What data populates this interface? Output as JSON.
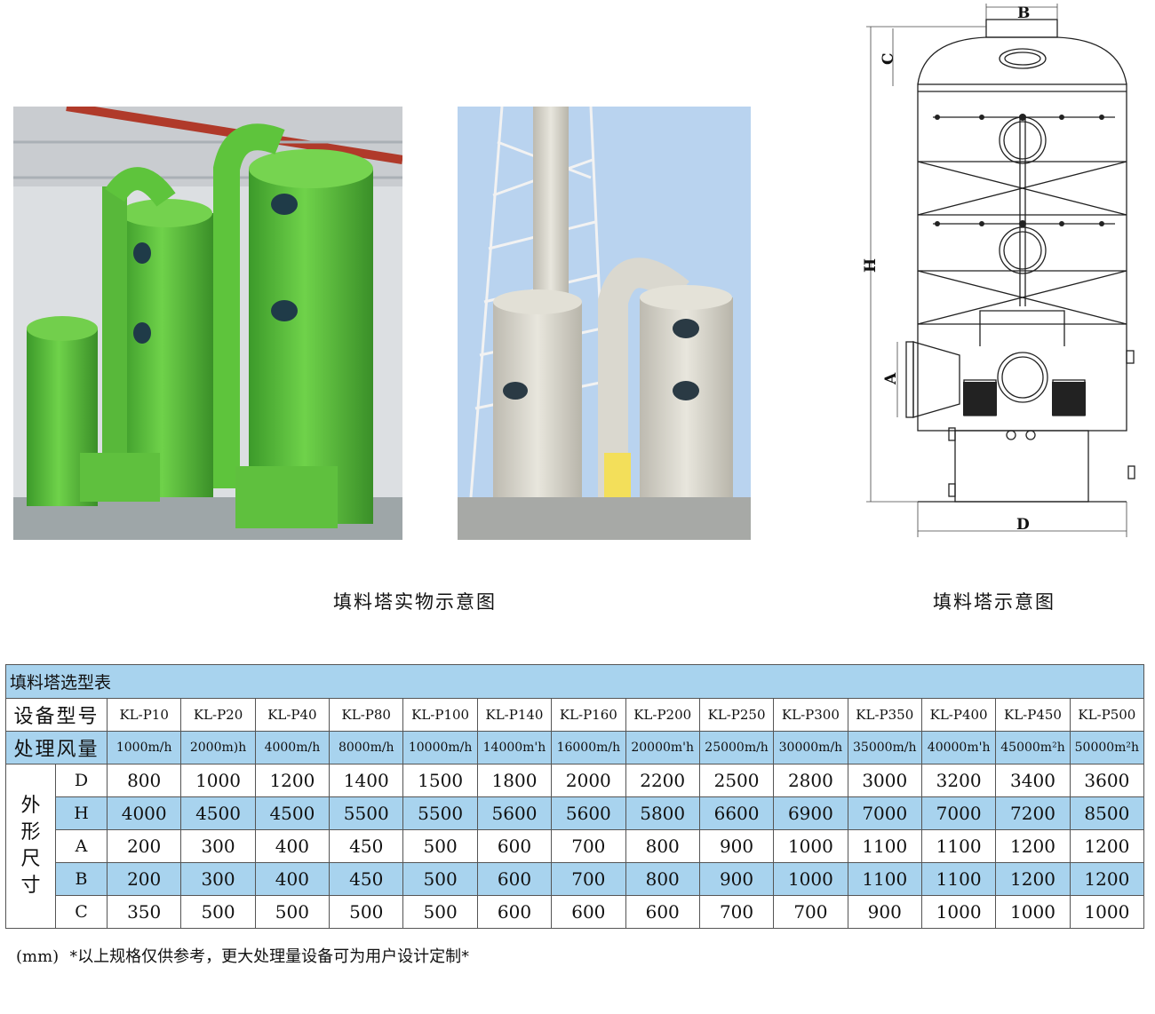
{
  "captions": {
    "photo": "填料塔实物示意图",
    "diagram": "填料塔示意图"
  },
  "diagram_labels": {
    "B": "B",
    "C": "C",
    "H": "H",
    "A": "A",
    "D": "D"
  },
  "table": {
    "title": "填料塔选型表",
    "model_label": "设备型号",
    "models": [
      "KL-P10",
      "KL-P20",
      "KL-P40",
      "KL-P80",
      "KL-P100",
      "KL-P140",
      "KL-P160",
      "KL-P200",
      "KL-P250",
      "KL-P300",
      "KL-P350",
      "KL-P400",
      "KL-P450",
      "KL-P500"
    ],
    "airflow_label": "处理风量",
    "airflow": [
      "1000m/h",
      "2000m)h",
      "4000m/h",
      "8000m/h",
      "10000m/h",
      "14000m'h",
      "16000m/h",
      "20000m'h",
      "25000m/h",
      "30000m/h",
      "35000m/h",
      "40000m'h",
      "45000m²h",
      "50000m²h"
    ],
    "dimension_group": "外形尺寸",
    "dimensions": [
      {
        "name": "D",
        "values": [
          "800",
          "1000",
          "1200",
          "1400",
          "1500",
          "1800",
          "2000",
          "2200",
          "2500",
          "2800",
          "3000",
          "3200",
          "3400",
          "3600"
        ]
      },
      {
        "name": "H",
        "values": [
          "4000",
          "4500",
          "4500",
          "5500",
          "5500",
          "5600",
          "5600",
          "5800",
          "6600",
          "6900",
          "7000",
          "7000",
          "7200",
          "8500"
        ]
      },
      {
        "name": "A",
        "values": [
          "200",
          "300",
          "400",
          "450",
          "500",
          "600",
          "700",
          "800",
          "900",
          "1000",
          "1100",
          "1100",
          "1200",
          "1200"
        ]
      },
      {
        "name": "B",
        "values": [
          "200",
          "300",
          "400",
          "450",
          "500",
          "600",
          "700",
          "800",
          "900",
          "1000",
          "1100",
          "1100",
          "1200",
          "1200"
        ]
      },
      {
        "name": "C",
        "values": [
          "350",
          "500",
          "500",
          "500",
          "500",
          "600",
          "600",
          "600",
          "700",
          "700",
          "900",
          "1000",
          "1000",
          "1000"
        ]
      }
    ]
  },
  "footnote": {
    "unit": "(mm)",
    "text": "*以上规格仅供参考，更大处理量设备可为用户设计定制*"
  },
  "colors": {
    "table_blue": "#a8d3ee",
    "tower_green": "#5cc23a",
    "tower_gray": "#d9d7cc",
    "sky": "#b9d3ef"
  }
}
